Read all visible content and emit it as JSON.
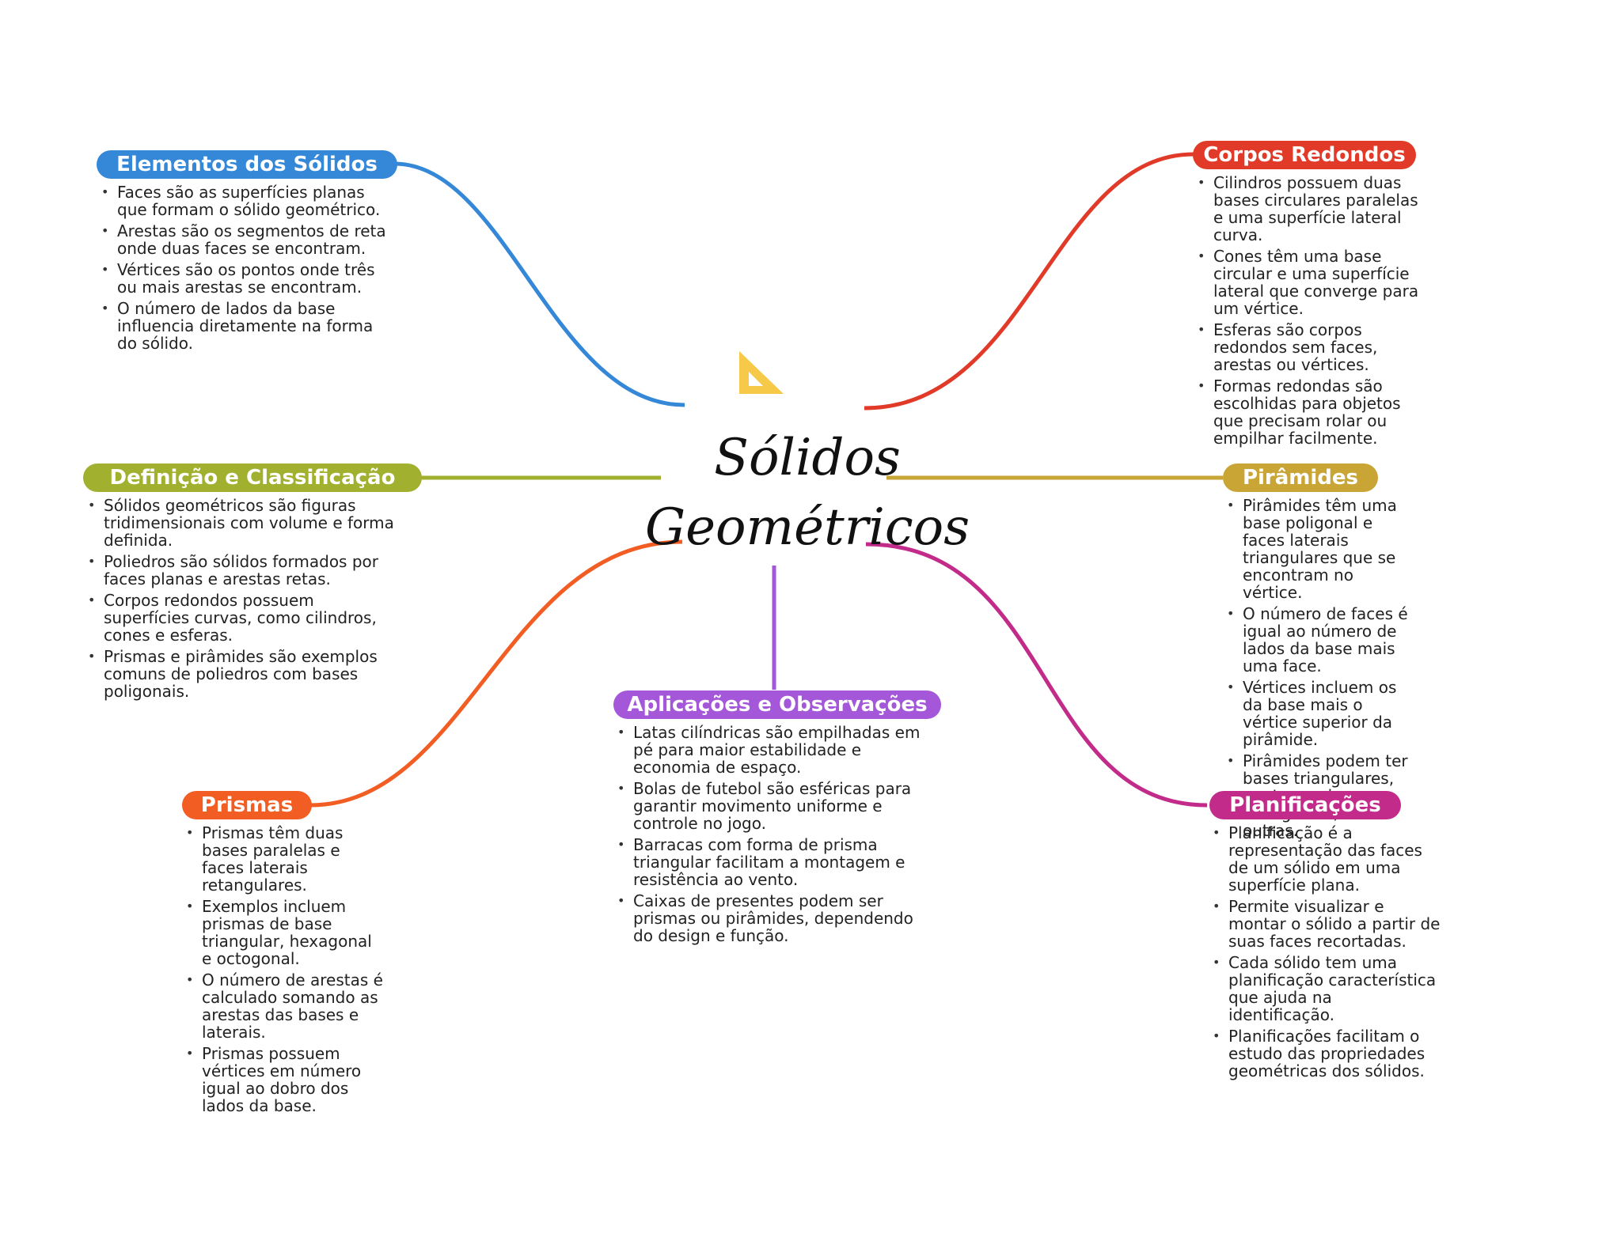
{
  "central": {
    "title": "Sólidos Geométricos",
    "icon": "set-square-icon"
  },
  "colors": {
    "elementos": "#3588d8",
    "corpos": "#e13a28",
    "definicao": "#a2b030",
    "piramides": "#c9a535",
    "prismas": "#f25d23",
    "aplicacoes": "#a457d8",
    "planificacoes": "#c22b8a"
  },
  "branches": {
    "elementos": {
      "title": "Elementos dos Sólidos",
      "items": [
        "Faces são as superfícies planas que formam o sólido geométrico.",
        "Arestas são os segmentos de reta onde duas faces se encontram.",
        "Vértices são os pontos onde três ou mais arestas se encontram.",
        "O número de lados da base influencia diretamente na forma do sólido."
      ]
    },
    "corpos": {
      "title": "Corpos Redondos",
      "items": [
        "Cilindros possuem duas bases circulares paralelas e uma superfície lateral curva.",
        "Cones têm uma base circular e uma superfície lateral que converge para um vértice.",
        "Esferas são corpos redondos sem faces, arestas ou vértices.",
        "Formas redondas são escolhidas para objetos que precisam rolar ou empilhar facilmente."
      ]
    },
    "definicao": {
      "title": "Definição e Classificação",
      "items": [
        "Sólidos geométricos são figuras tridimensionais com volume e forma definida.",
        "Poliedros são sólidos formados por faces planas e arestas retas.",
        "Corpos redondos possuem superfícies curvas, como cilindros, cones e esferas.",
        "Prismas e pirâmides são exemplos comuns de poliedros com bases poligonais."
      ]
    },
    "piramides": {
      "title": "Pirâmides",
      "items": [
        "Pirâmides têm uma base poligonal e faces laterais triangulares que se encontram no vértice.",
        "O número de faces é igual ao número de lados da base mais uma face.",
        "Vértices incluem os da base mais o vértice superior da pirâmide.",
        "Pirâmides podem ter bases triangulares, pentagonais, hexagonais, entre outras."
      ]
    },
    "prismas": {
      "title": "Prismas",
      "items": [
        "Prismas têm duas bases paralelas e faces laterais retangulares.",
        "Exemplos incluem prismas de base triangular, hexagonal e octogonal.",
        "O número de arestas é calculado somando as arestas das bases e laterais.",
        "Prismas possuem vértices em número igual ao dobro dos lados da base."
      ]
    },
    "aplicacoes": {
      "title": "Aplicações e Observações",
      "items": [
        "Latas cilíndricas são empilhadas em pé para maior estabilidade e economia de espaço.",
        "Bolas de futebol são esféricas para garantir movimento uniforme e controle no jogo.",
        "Barracas com forma de prisma triangular facilitam a montagem e resistência ao vento.",
        "Caixas de presentes podem ser prismas ou pirâmides, dependendo do design e função."
      ]
    },
    "planificacoes": {
      "title": "Planificações",
      "items": [
        "Planificação é a representação das faces de um sólido em uma superfície plana.",
        "Permite visualizar e montar o sólido a partir de suas faces recortadas.",
        "Cada sólido tem uma planificação característica que ajuda na identificação.",
        "Planificações facilitam o estudo das propriedades geométricas dos sólidos."
      ]
    }
  }
}
